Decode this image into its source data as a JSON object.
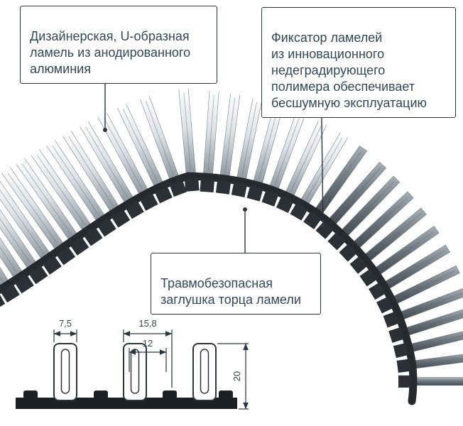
{
  "callouts": [
    {
      "id": "design-lamella",
      "text": "Дизайнерская, U-образная\nламель из анодированного\nалюминия"
    },
    {
      "id": "fixator",
      "text": "Фиксатор ламелей\nиз инновационного\nнедеградирующего\nполимера обеспечивает\nбесшумную эксплуатацию"
    },
    {
      "id": "end-cap",
      "text": "Травмобезопасная\nзаглушка торца ламели"
    }
  ],
  "dimensions": {
    "slat_width": "7,5",
    "pitch": "15,8",
    "inner_width": "12",
    "height": "20"
  },
  "colors": {
    "line": "#2b3640",
    "text": "#33475b",
    "band": "#26292d",
    "cap": "#2b3036"
  }
}
